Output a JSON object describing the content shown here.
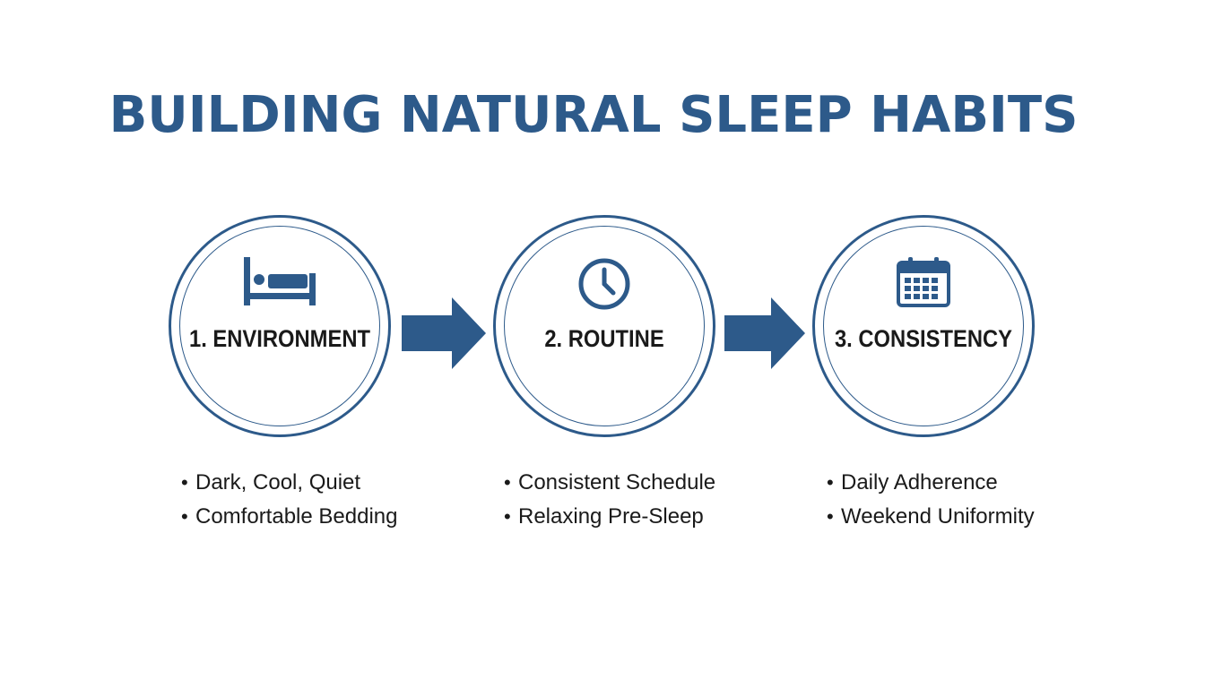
{
  "title": "BUILDING NATURAL SLEEP HABITS",
  "colors": {
    "accent": "#2d5a8a",
    "text": "#1a1a1a",
    "background": "#ffffff"
  },
  "steps": [
    {
      "label": "1. ENVIRONMENT",
      "icon": "bed-icon",
      "bullets": [
        "Dark, Cool, Quiet",
        "Comfortable Bedding"
      ]
    },
    {
      "label": "2. ROUTINE",
      "icon": "clock-icon",
      "bullets": [
        "Consistent Schedule",
        "Relaxing Pre-Sleep"
      ]
    },
    {
      "label": "3. CONSISTENCY",
      "icon": "calendar-icon",
      "bullets": [
        "Daily Adherence",
        "Weekend Uniformity"
      ]
    }
  ]
}
